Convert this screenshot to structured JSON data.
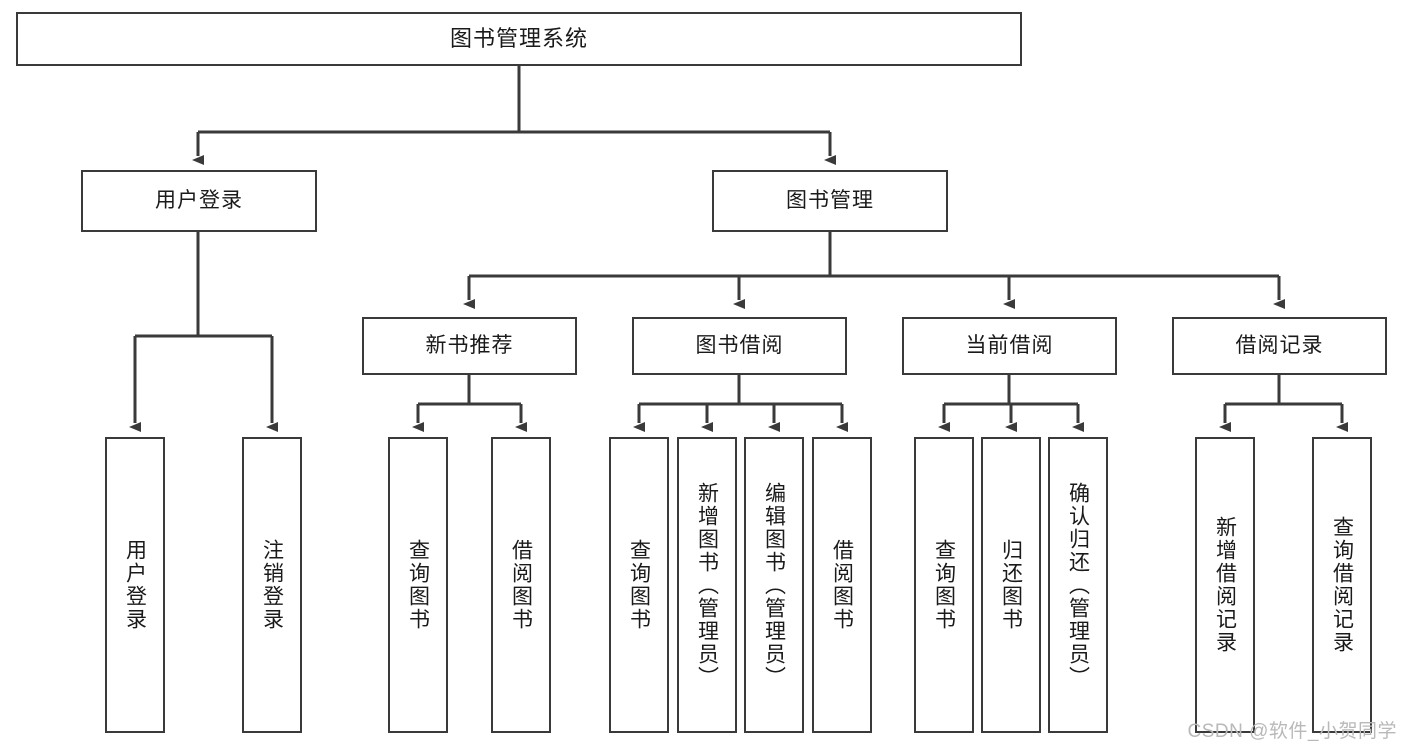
{
  "diagram": {
    "title": "图书管理系统",
    "type": "tree-structure-chart",
    "watermark": "CSDN @软件_小贺同学",
    "edge_color": "#3a3a3a",
    "box_border_color": "#3a3a3a",
    "background": "#ffffff"
  },
  "nodes": {
    "root": {
      "label": "图书管理系统"
    },
    "level1": [
      {
        "id": "user-login",
        "label": "用户登录"
      },
      {
        "id": "book-manage",
        "label": "图书管理"
      }
    ],
    "level2": [
      {
        "id": "new-book-recommend",
        "label": "新书推荐"
      },
      {
        "id": "book-borrow",
        "label": "图书借阅"
      },
      {
        "id": "current-borrow",
        "label": "当前借阅"
      },
      {
        "id": "borrow-record",
        "label": "借阅记录"
      }
    ],
    "leaves": {
      "user-login": [
        {
          "id": "leaf-user-login",
          "label": "用户登录"
        },
        {
          "id": "leaf-user-logout",
          "label": "注销登录"
        }
      ],
      "new-book-recommend": [
        {
          "id": "leaf-query-book-1",
          "label": "查询图书"
        },
        {
          "id": "leaf-borrow-book-1",
          "label": "借阅图书"
        }
      ],
      "book-borrow": [
        {
          "id": "leaf-query-book-2",
          "label": "查询图书"
        },
        {
          "id": "leaf-add-book",
          "label": "新增图书（管理员）"
        },
        {
          "id": "leaf-edit-book",
          "label": "编辑图书（管理员）"
        },
        {
          "id": "leaf-borrow-book-2",
          "label": "借阅图书"
        }
      ],
      "current-borrow": [
        {
          "id": "leaf-query-book-3",
          "label": "查询图书"
        },
        {
          "id": "leaf-return-book",
          "label": "归还图书"
        },
        {
          "id": "leaf-confirm-return",
          "label": "确认归还（管理员）"
        }
      ],
      "borrow-record": [
        {
          "id": "leaf-add-record",
          "label": "新增借阅记录"
        },
        {
          "id": "leaf-query-record",
          "label": "查询借阅记录"
        }
      ]
    }
  }
}
